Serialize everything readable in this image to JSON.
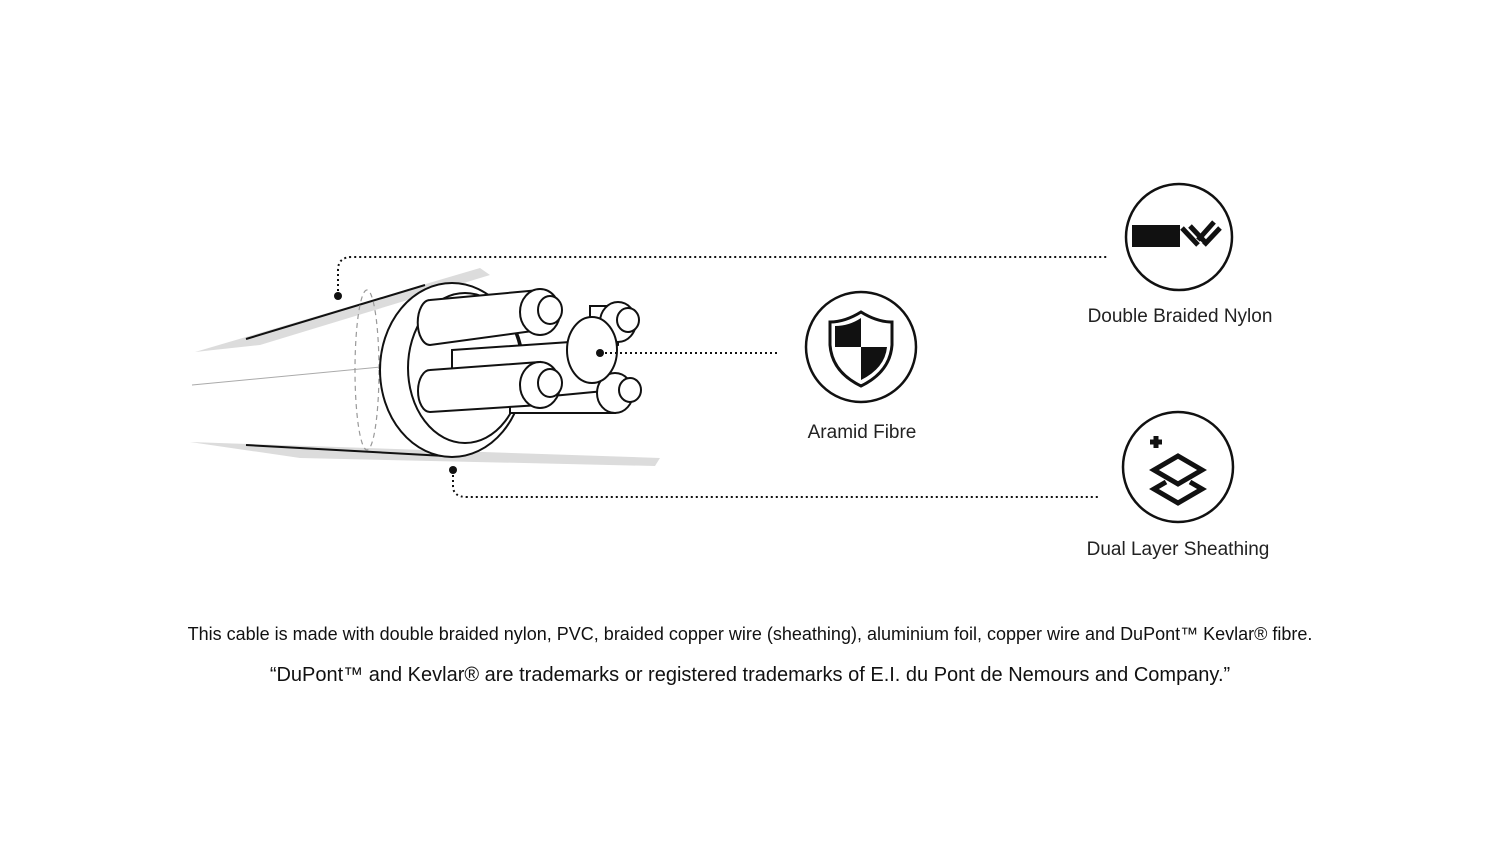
{
  "features": {
    "braided": {
      "label": "Double Braided Nylon",
      "icon": "braided-cable-icon"
    },
    "aramid": {
      "label": "Aramid Fibre",
      "icon": "shield-icon"
    },
    "sheathing": {
      "label": "Dual Layer Sheathing",
      "icon": "layers-plus-icon"
    }
  },
  "footer": {
    "materials": "This cable is made with double braided nylon, PVC, braided copper wire (sheathing), aluminium foil, copper wire and DuPont™ Kevlar® fibre.",
    "trademark": "“DuPont™ and Kevlar® are trademarks or registered trademarks of E.I. du Pont de Nemours and Company.”"
  },
  "colors": {
    "ink": "#111111",
    "shadow": "#d8d8d8"
  }
}
